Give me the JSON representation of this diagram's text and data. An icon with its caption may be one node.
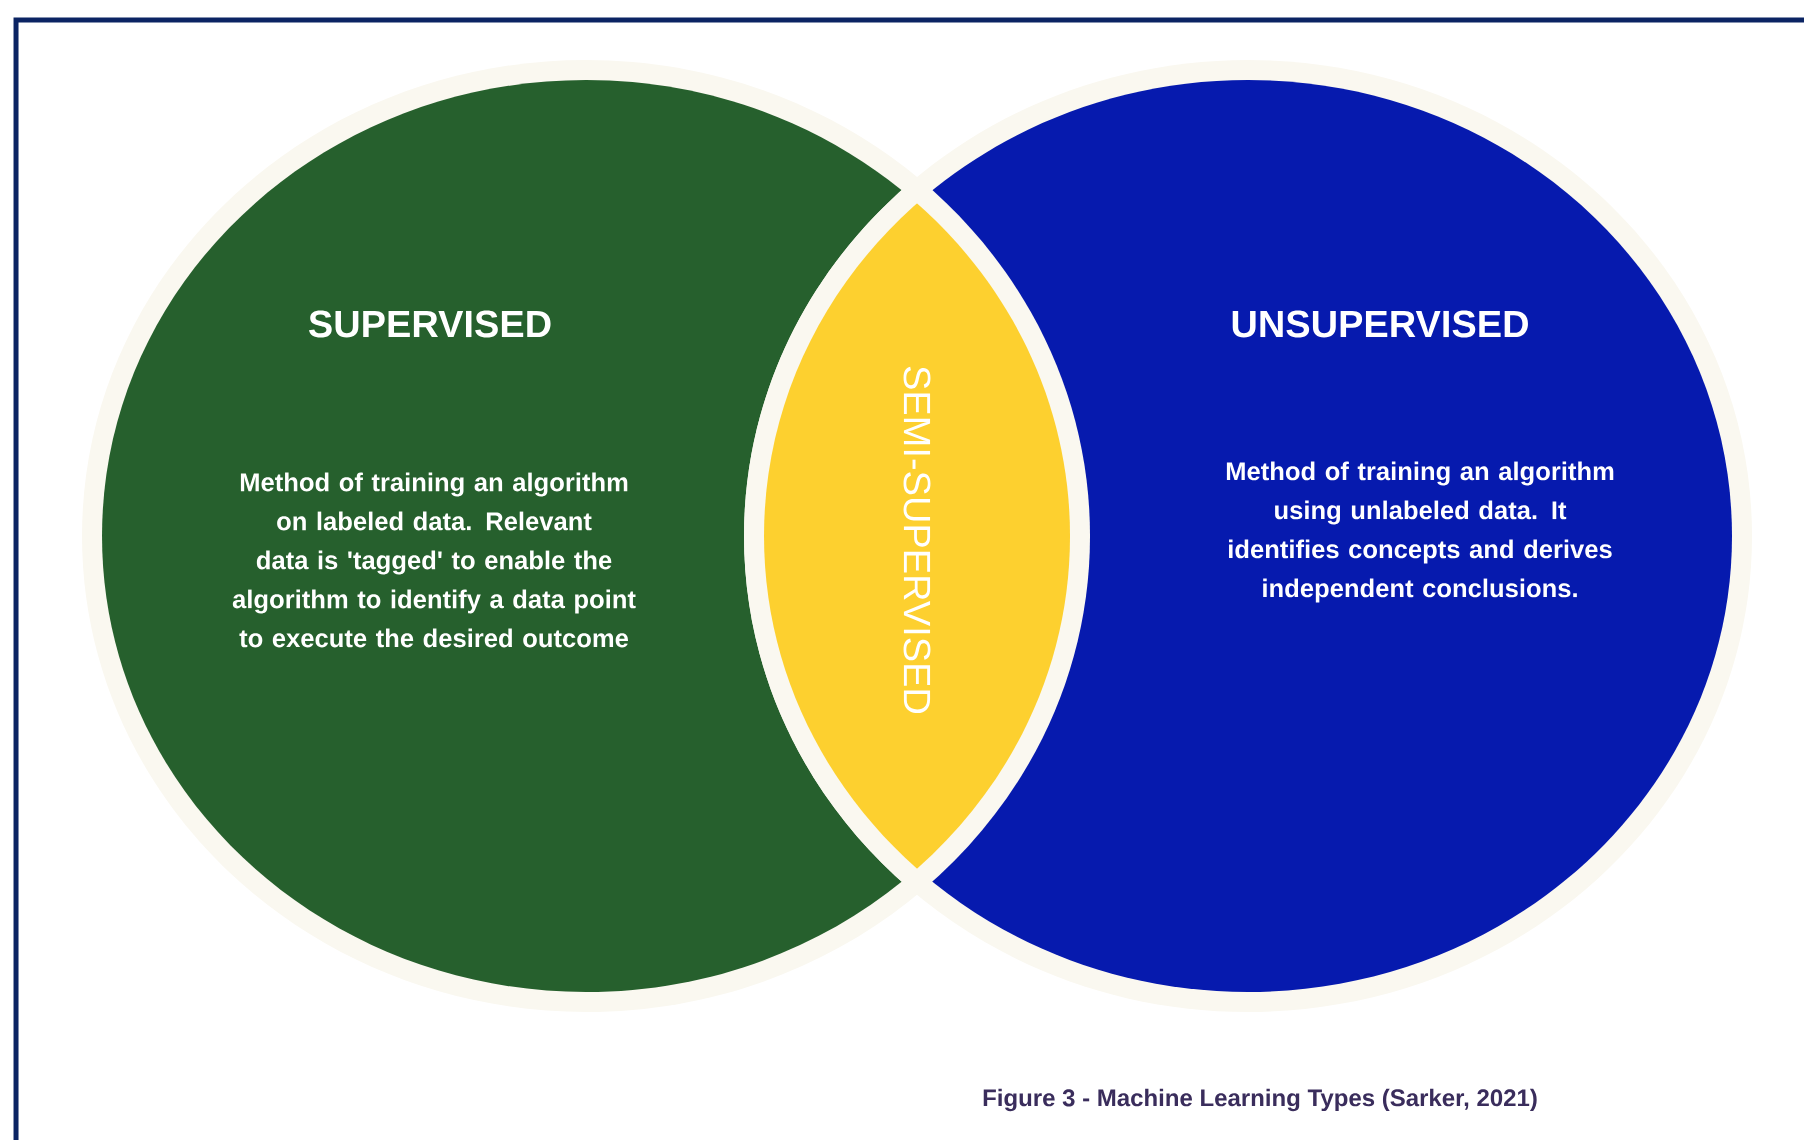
{
  "diagram": {
    "caption": "Figure 3 - Machine Learning Types (Sarker, 2021)",
    "nodes": [
      {
        "text": [
          "SUPERVISED",
          "Method of training an algorithm on labeled data.  Relevant data is 'tagged' to enable the algorithm to identify a data point to execute the desired outcome"
        ]
      },
      {
        "text": [
          "UNSUPERVISED",
          "Method of training an algorithm using unlabeled data.  It identifies concepts and derives independent conclusions."
        ]
      },
      {
        "text": [
          "SEMI-SUPERVISED"
        ]
      }
    ]
  }
}
